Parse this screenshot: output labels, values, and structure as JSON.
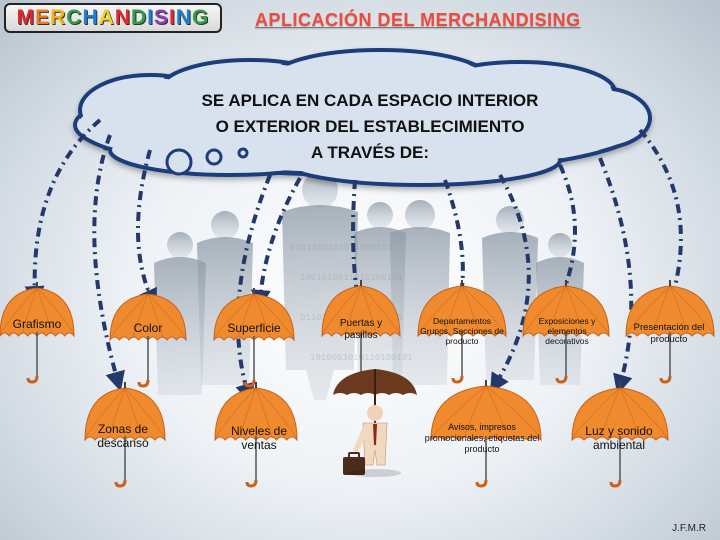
{
  "logo": {
    "letters": [
      {
        "ch": "M",
        "color": "#e8262c"
      },
      {
        "ch": "E",
        "color": "#f07a1a"
      },
      {
        "ch": "R",
        "color": "#f2b418"
      },
      {
        "ch": "C",
        "color": "#2f9e44"
      },
      {
        "ch": "H",
        "color": "#1e7fd0"
      },
      {
        "ch": "A",
        "color": "#f0d21a"
      },
      {
        "ch": "N",
        "color": "#e8262c"
      },
      {
        "ch": "D",
        "color": "#2f9e44"
      },
      {
        "ch": "I",
        "color": "#1e7fd0"
      },
      {
        "ch": "S",
        "color": "#8e3fb5"
      },
      {
        "ch": "I",
        "color": "#e8262c"
      },
      {
        "ch": "N",
        "color": "#1e7fd0"
      },
      {
        "ch": "G",
        "color": "#2f9e44"
      }
    ]
  },
  "title": "APLICACIÓN DEL MERCHANDISING",
  "cloud": {
    "lines": [
      "SE APLICA EN CADA ESPACIO INTERIOR",
      "O EXTERIOR DEL ESTABLECIMIENTO",
      "A TRAVÉS DE:"
    ]
  },
  "umbrellas": [
    {
      "id": "grafismo",
      "label": "Grafismo"
    },
    {
      "id": "color",
      "label": "Color"
    },
    {
      "id": "superficie",
      "label": "Superficie"
    },
    {
      "id": "puertas",
      "label": "Puertas y pasillos"
    },
    {
      "id": "departamentos",
      "label": "Departamentos Grupos, Secciones de producto"
    },
    {
      "id": "exposiciones",
      "label": "Exposiciones y elementos decorativos"
    },
    {
      "id": "presentacion",
      "label": "Presentación del producto"
    },
    {
      "id": "zonas",
      "label": "Zonas de descanso"
    },
    {
      "id": "niveles",
      "label": "Niveles de ventas"
    },
    {
      "id": "avisos",
      "label": "Avisos, impresos promocionales, etiquetas del producto"
    },
    {
      "id": "luz",
      "label": "Luz y sonido ambiental"
    }
  ],
  "author": "J.F.M.R",
  "colors": {
    "umbrella": "#f08a2e",
    "umbrella_dark": "#c9621a",
    "arrow": "#23386b",
    "title": "#ef4a3c"
  }
}
